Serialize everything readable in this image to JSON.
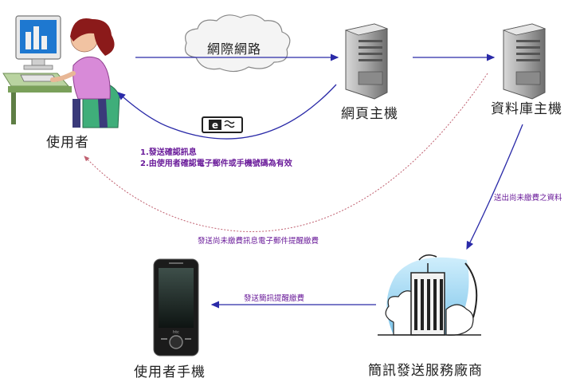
{
  "nodes": {
    "user": {
      "label": "使用者"
    },
    "internet": {
      "label": "網際網路"
    },
    "web_server": {
      "label": "網頁主機"
    },
    "db_server": {
      "label": "資料庫主機"
    },
    "sms_provider": {
      "label": "簡訊發送服務廠商"
    },
    "user_phone": {
      "label": "使用者手機"
    }
  },
  "notes": {
    "confirm_1": "1.發送確認訊息",
    "confirm_2": "2.由使用者確認電子郵件或手機號碼為有效"
  },
  "edges": {
    "unpaid_data": "送出尚未繳費之資料",
    "email_reminder": "發送尚未繳費訊息電子郵件提醒繳費",
    "sms_reminder": "發送簡訊提醒繳費"
  },
  "colors": {
    "arrow": "#2a2aa8",
    "dotted_arrow": "#c06070",
    "note_text": "#6a1b9a",
    "server_body": "#9a9a9a",
    "screen_blue": "#1e78d0",
    "person_shirt": "#d88ad8",
    "hair": "#8b1a1a",
    "building_sky": "#a8d8f0"
  }
}
